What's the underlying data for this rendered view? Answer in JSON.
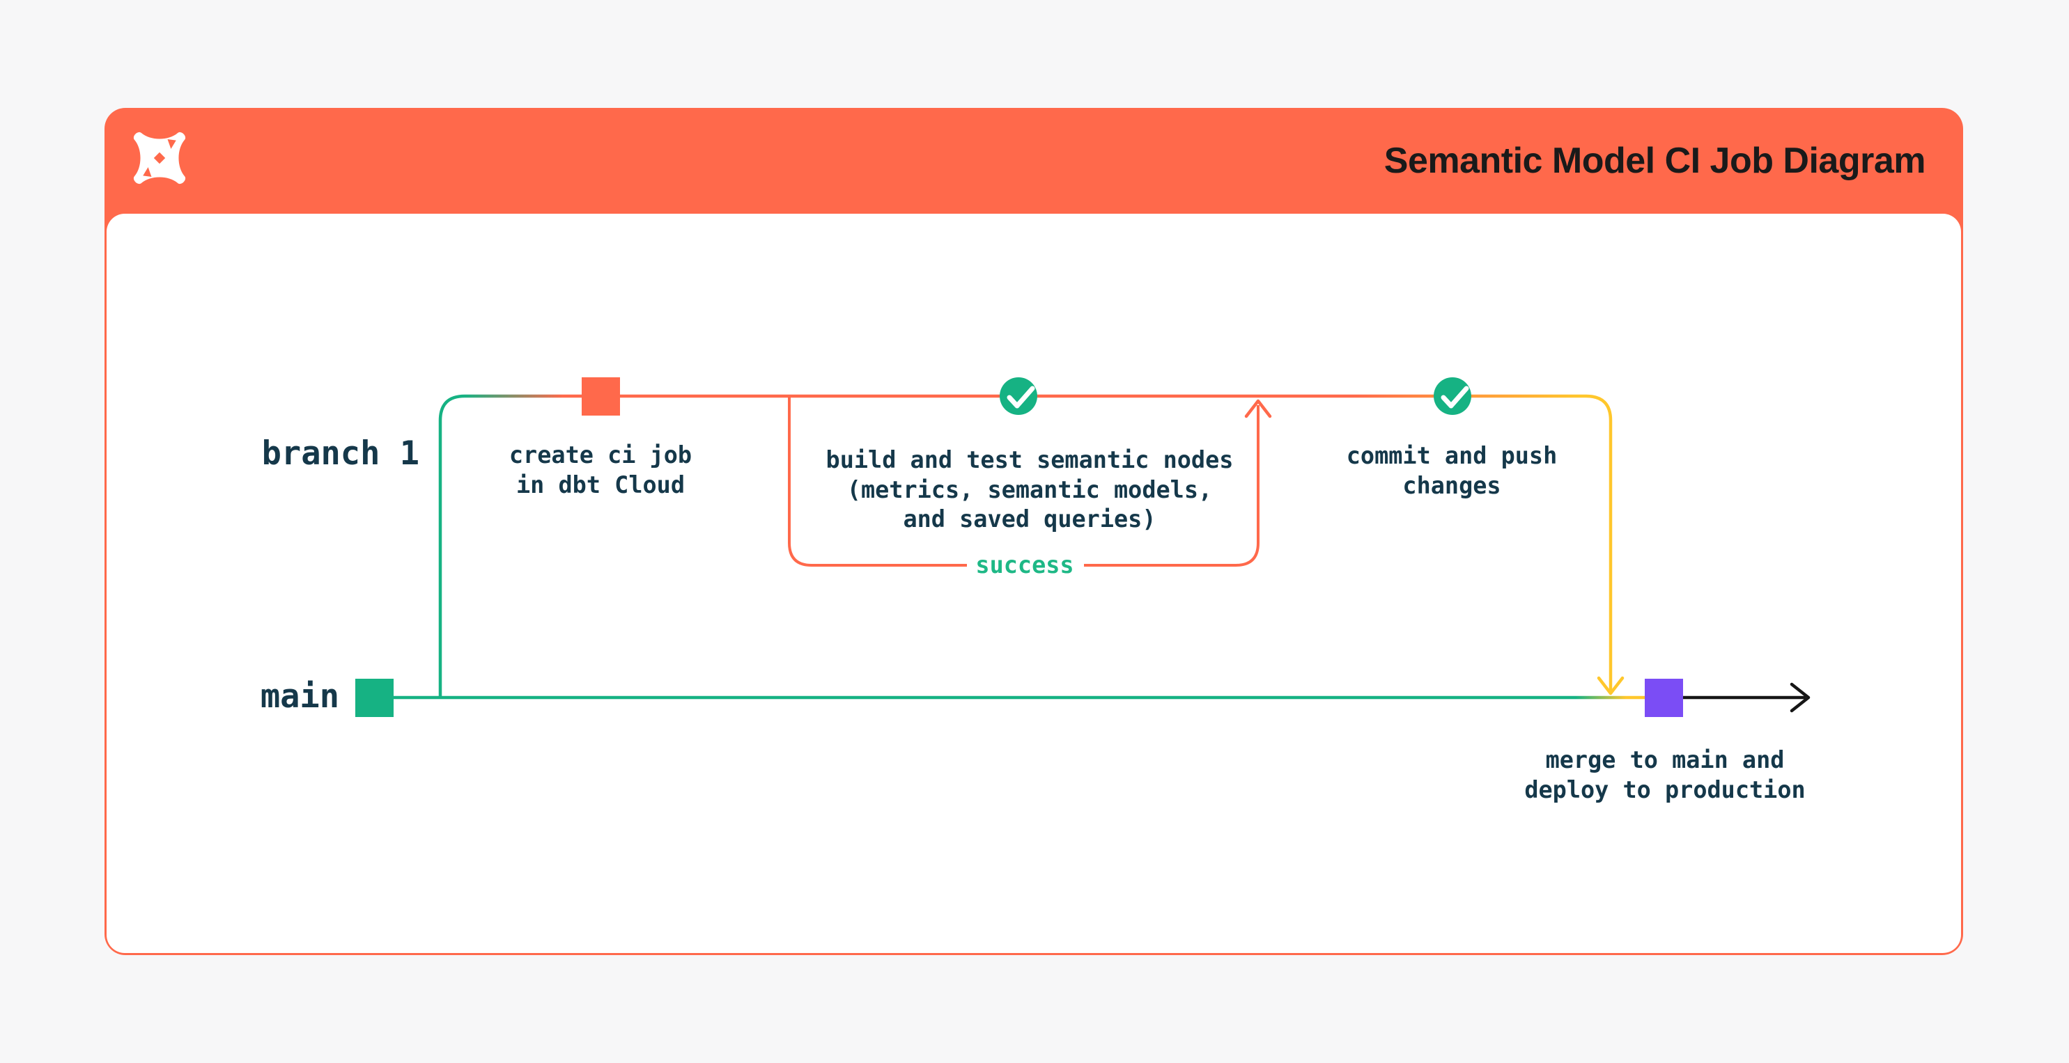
{
  "header": {
    "title": "Semantic Model CI Job Diagram",
    "logo": "dbt-logo"
  },
  "diagram": {
    "branch_lane": {
      "label": "branch 1"
    },
    "main_lane": {
      "label": "main"
    },
    "steps": {
      "create_ci_job": {
        "label": "create ci job\nin dbt Cloud",
        "marker": "orange-commit-square"
      },
      "build_test": {
        "label": "build and test semantic nodes\n(metrics, semantic models,\nand saved queries)",
        "marker": "green-check-circle"
      },
      "commit_push": {
        "label": "commit and push\nchanges",
        "marker": "green-check-circle"
      },
      "merge_deploy": {
        "label": "merge to main and\ndeploy to production",
        "marker": "purple-merge-square"
      }
    },
    "loop_label": "success"
  },
  "theme": {
    "background": "#F7F7F8",
    "card_orange": "#FF694B",
    "panel_white": "#FFFFFF",
    "ink": "#15384A",
    "title_ink": "#1A1A1A",
    "green": "#16B283",
    "success_green": "#1EB886",
    "yellow": "#FFC72C",
    "purple": "#7B4DF5",
    "arrow_black": "#161616"
  }
}
